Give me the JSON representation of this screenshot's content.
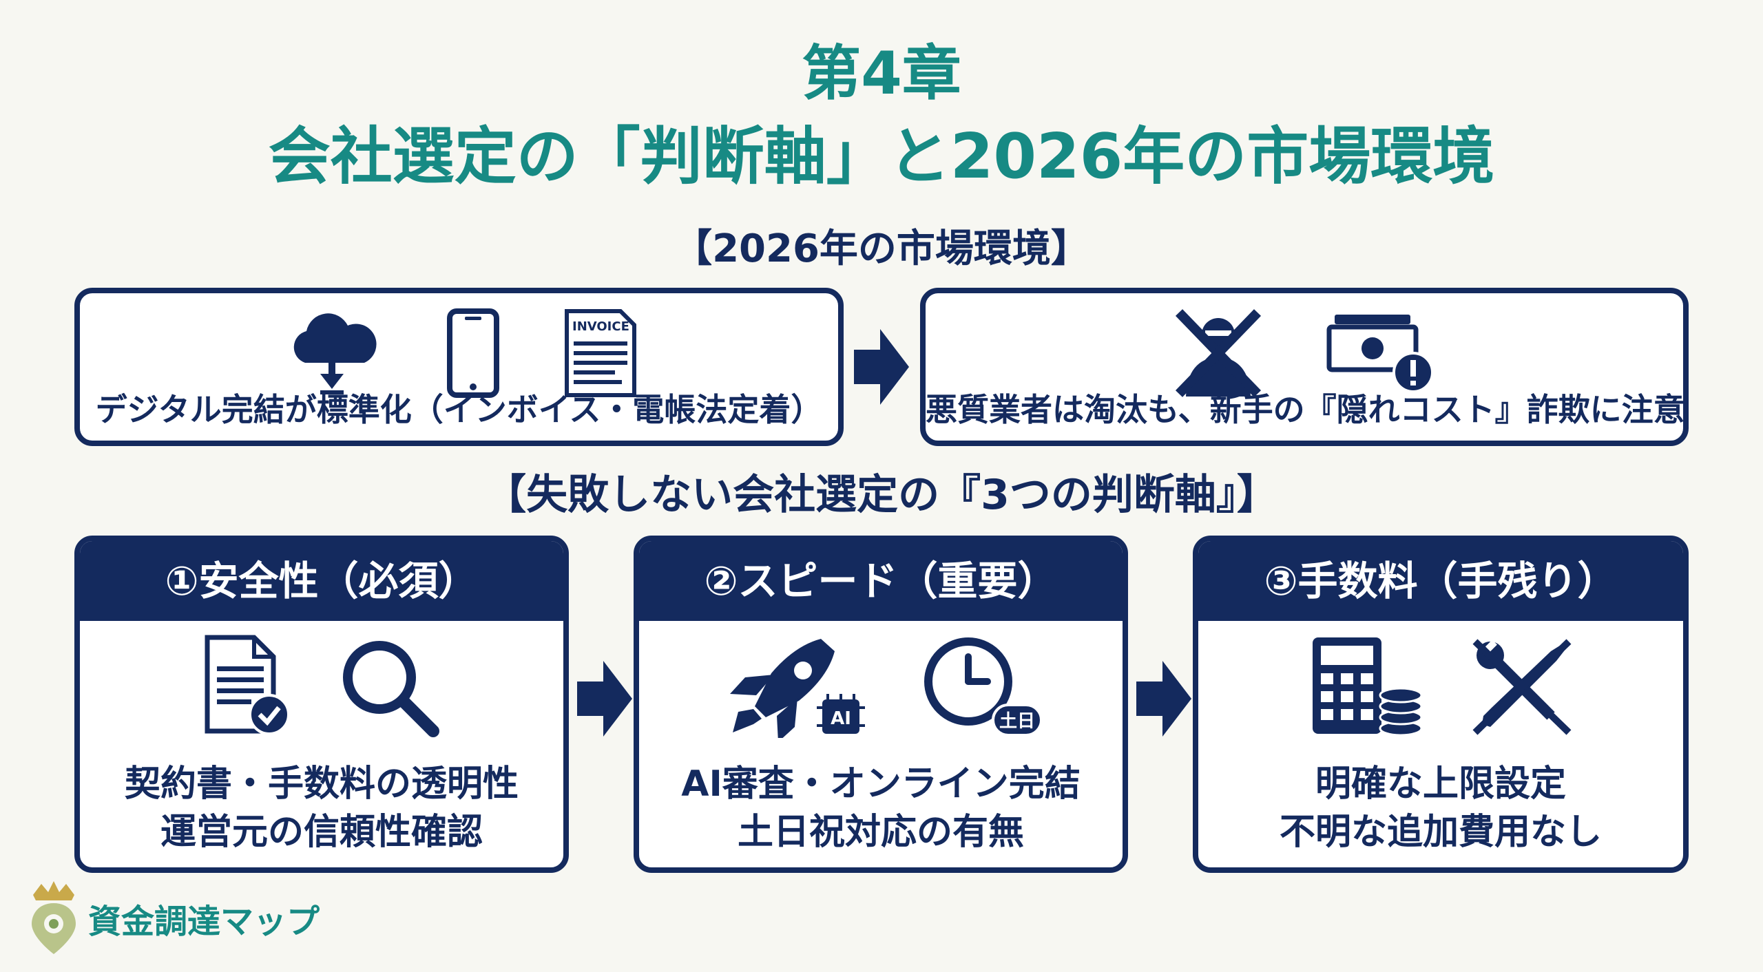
{
  "title": {
    "line1": "第4章",
    "line2": "会社選定の「判断軸」と2026年の市場環境"
  },
  "market": {
    "heading": "【2026年の市場環境】",
    "left": {
      "invoice_label": "INVOICE",
      "text": "デジタル完結が標準化（インボイス・電帳法定着）"
    },
    "right": {
      "text": "悪質業者は淘汰も、新手の『隠れコスト』詐欺に注意"
    }
  },
  "axes": {
    "heading": "【失敗しない会社選定の『3つの判断軸』】",
    "cards": [
      {
        "title": "①安全性（必須）",
        "lines": [
          "契約書・手数料の透明性",
          "運営元の信頼性確認"
        ]
      },
      {
        "title": "②スピード（重要）",
        "chip_label": "AI",
        "badge_label": "土日",
        "lines": [
          "AI審査・オンライン完結",
          "土日祝対応の有無"
        ]
      },
      {
        "title": "③手数料（手残り）",
        "lines": [
          "明確な上限設定",
          "不明な追加費用なし"
        ]
      }
    ]
  },
  "brand": {
    "name": "資金調達マップ"
  },
  "colors": {
    "navy": "#142a5e",
    "teal": "#178a84",
    "background": "#f7f7f2"
  }
}
